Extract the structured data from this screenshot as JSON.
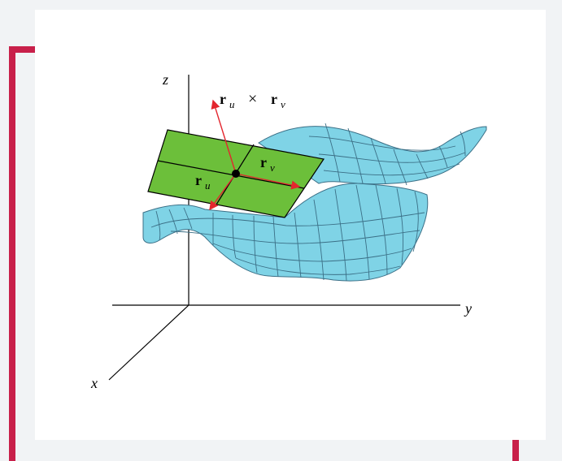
{
  "labels": {
    "z_axis": "z",
    "y_axis": "y",
    "x_axis": "x",
    "normal_r": "r",
    "normal_u_sub": "u",
    "cross": "×",
    "normal_r2": "r",
    "normal_v_sub": "v",
    "ru_r": "r",
    "ru_sub": "u",
    "rv_r": "r",
    "rv_sub": "v"
  },
  "colors": {
    "frame": "#c8204a",
    "surface_fill": "#7fd3e6",
    "surface_mesh": "#3b6f86",
    "tangent_plane": "#6cbf3a",
    "vector": "#e3262e",
    "axes": "#000000"
  }
}
